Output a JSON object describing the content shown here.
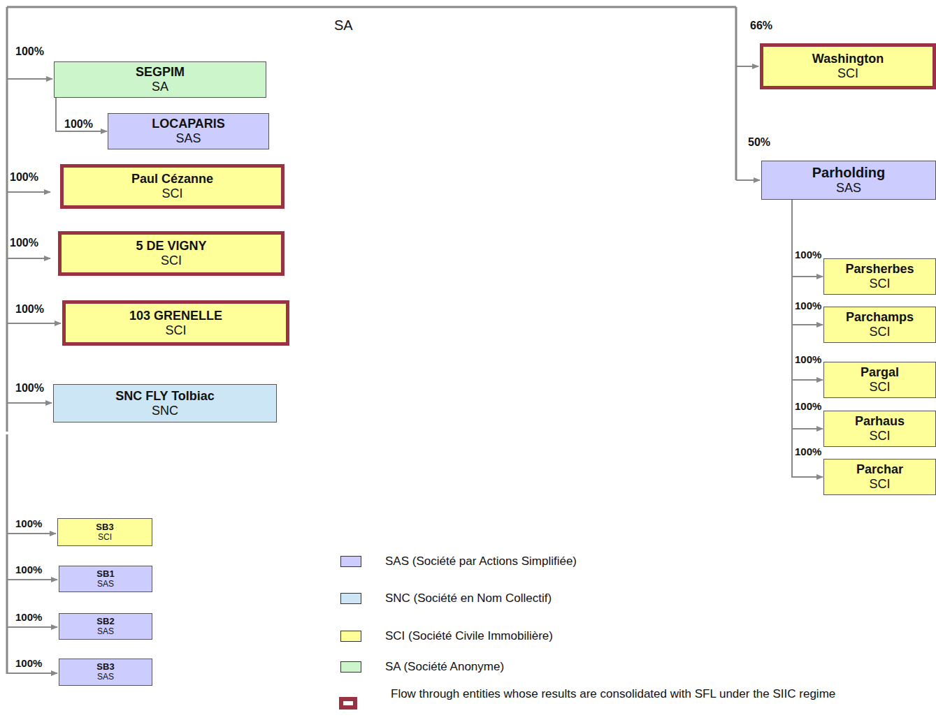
{
  "diagram": {
    "nodes": [
      {
        "text": [
          "SEGPIM",
          "SA"
        ]
      },
      {
        "text": [
          "LOCAPARIS",
          "SAS"
        ]
      },
      {
        "text": [
          "Paul Cézanne",
          "SCI"
        ]
      },
      {
        "text": [
          "5 DE VIGNY",
          "SCI"
        ]
      },
      {
        "text": [
          "103 GRENELLE",
          "SCI"
        ]
      },
      {
        "text": [
          "SNC FLY Tolbiac",
          "SNC"
        ]
      },
      {
        "text": [
          "SB3",
          "SCI"
        ]
      },
      {
        "text": [
          "SB1",
          "SAS"
        ]
      },
      {
        "text": [
          "SB2",
          "SAS"
        ]
      },
      {
        "text": [
          "SB3",
          "SAS"
        ]
      },
      {
        "text": [
          "Washington",
          "SCI"
        ]
      },
      {
        "text": [
          "Parholding",
          "SAS"
        ]
      },
      {
        "text": [
          "Parsherbes",
          "SCI"
        ]
      },
      {
        "text": [
          "Parchamps",
          "SCI"
        ]
      },
      {
        "text": [
          "Pargal",
          "SCI"
        ]
      },
      {
        "text": [
          "Parhaus",
          "SCI"
        ]
      },
      {
        "text": [
          "Parchar",
          "SCI"
        ]
      }
    ],
    "edges": [
      {
        "from": 0,
        "to": 1,
        "arrow": "to"
      },
      {
        "from": 11,
        "to": 12,
        "arrow": "to"
      },
      {
        "from": 11,
        "to": 13,
        "arrow": "to"
      },
      {
        "from": 11,
        "to": 14,
        "arrow": "to"
      },
      {
        "from": 11,
        "to": 15,
        "arrow": "to"
      },
      {
        "from": 11,
        "to": 16,
        "arrow": "to"
      }
    ],
    "labels": [
      "SA",
      "100%",
      "100%",
      "100%",
      "100%",
      "100%",
      "100%",
      "100%",
      "100%",
      "100%",
      "100%",
      "66%",
      "50%",
      "100%",
      "100%",
      "100%",
      "100%",
      "100%"
    ],
    "legend": [
      {
        "text": "SAS (Société par Actions Simplifiée)",
        "color": "#ccccff"
      },
      {
        "text": "SNC (Société en Nom  Collectif)",
        "color": "#cce6f5"
      },
      {
        "text": "SCI (Société Civile Immobilière)",
        "color": "#ffff99"
      },
      {
        "text": "SA (Société Anonyme)",
        "color": "#ccf5cc"
      },
      {
        "text": "Flow through entities whose results are consolidated with SFL under the SIIC regime"
      }
    ]
  }
}
